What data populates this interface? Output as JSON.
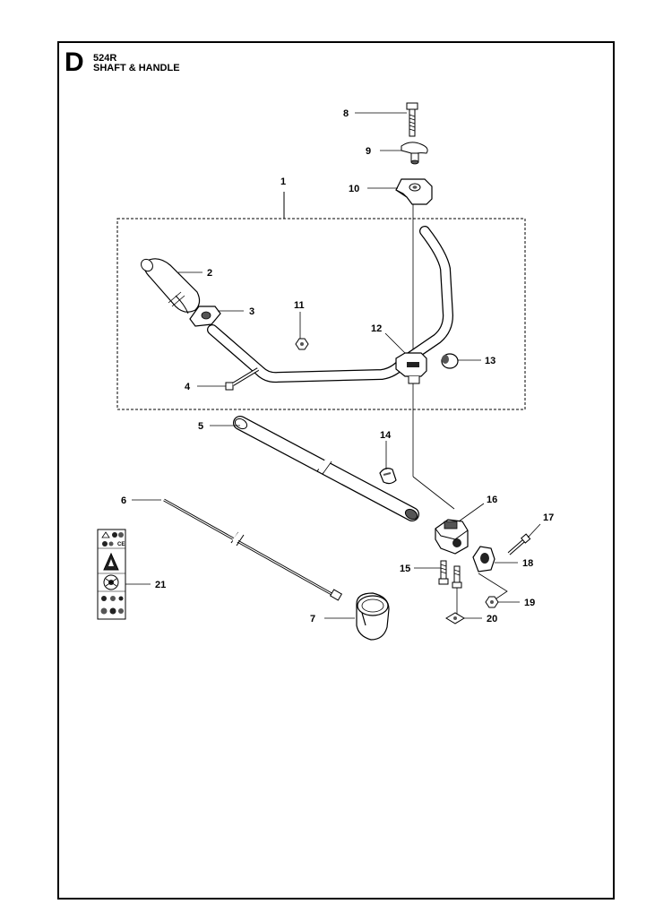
{
  "header": {
    "section_letter": "D",
    "model": "524R",
    "title": "SHAFT & HANDLE"
  },
  "callouts": [
    {
      "id": "1",
      "label": "1"
    },
    {
      "id": "2",
      "label": "2"
    },
    {
      "id": "3",
      "label": "3"
    },
    {
      "id": "4",
      "label": "4"
    },
    {
      "id": "5",
      "label": "5"
    },
    {
      "id": "6",
      "label": "6"
    },
    {
      "id": "7",
      "label": "7"
    },
    {
      "id": "8",
      "label": "8"
    },
    {
      "id": "9",
      "label": "9"
    },
    {
      "id": "10",
      "label": "10"
    },
    {
      "id": "11",
      "label": "11"
    },
    {
      "id": "12",
      "label": "12"
    },
    {
      "id": "13",
      "label": "13"
    },
    {
      "id": "14",
      "label": "14"
    },
    {
      "id": "15",
      "label": "15"
    },
    {
      "id": "16",
      "label": "16"
    },
    {
      "id": "17",
      "label": "17"
    },
    {
      "id": "18",
      "label": "18"
    },
    {
      "id": "19",
      "label": "19"
    },
    {
      "id": "20",
      "label": "20"
    },
    {
      "id": "21",
      "label": "21"
    }
  ],
  "decal_marks": {
    "ce": "CE"
  },
  "colors": {
    "line": "#000000",
    "part_fill": "#ffffff",
    "shade": "#555555",
    "dark": "#222222"
  }
}
